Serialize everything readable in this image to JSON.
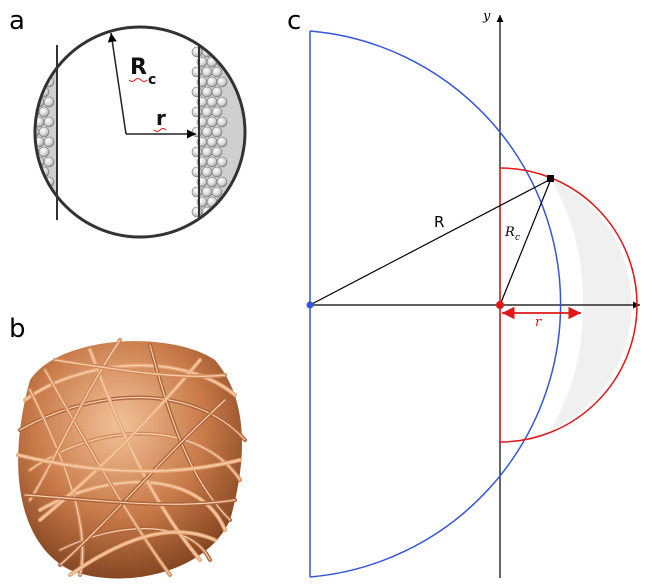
{
  "panels": {
    "a": "a",
    "b": "b",
    "c": "c"
  },
  "panel_a": {
    "label_R": "R",
    "label_R_sub": "c",
    "label_r": "r"
  },
  "panel_c": {
    "label_R": "R",
    "label_Rc": "R",
    "label_Rc_sub": "c",
    "label_r": "r",
    "axis_y": "y"
  },
  "colors": {
    "outer_circle": "#3355dd",
    "inner_circle": "#e01818",
    "lens_fill": "#f0f0f0",
    "copper": "#c87a48"
  },
  "icons": {
    "ball": "copper-wire-ball"
  }
}
